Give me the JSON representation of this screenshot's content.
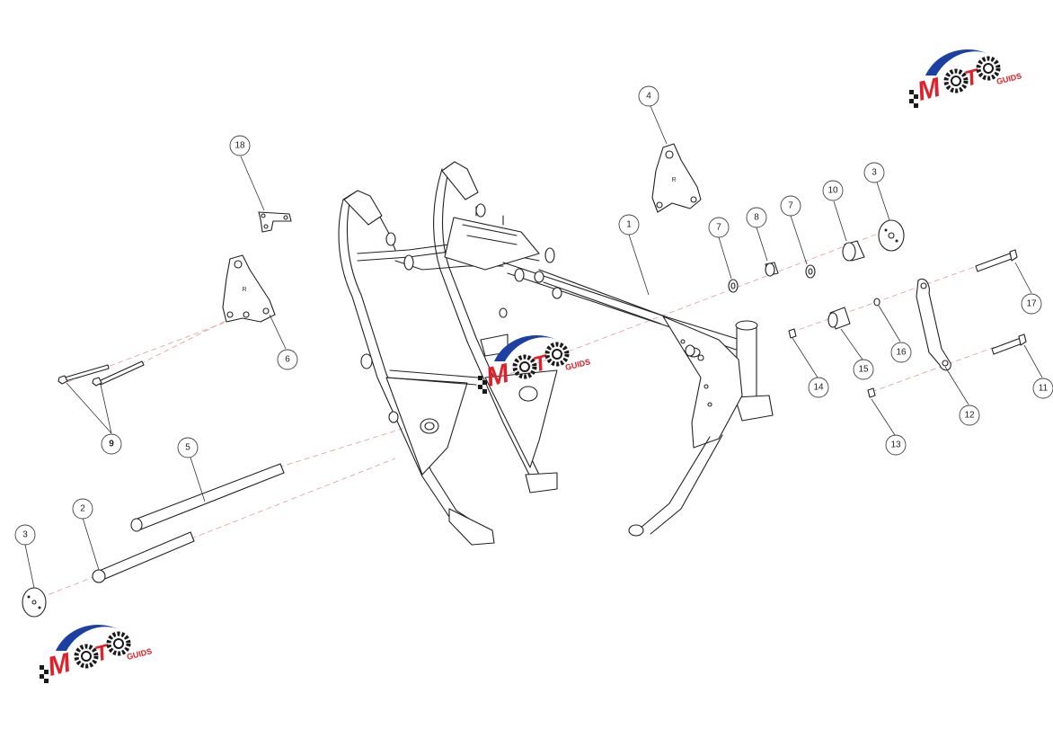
{
  "diagram": {
    "callouts": {
      "c1": "1",
      "c2": "2",
      "c3a": "3",
      "c3b": "3",
      "c4": "4",
      "c5": "5",
      "c6": "6",
      "c7a": "7",
      "c7b": "7",
      "c8": "8",
      "c9": "9",
      "c10": "10",
      "c11": "11",
      "c12": "12",
      "c13": "13",
      "c14": "14",
      "c15": "15",
      "c16": "16",
      "c17": "17",
      "c18": "18"
    },
    "stamps": {
      "bracket_r1": "R",
      "bracket_r2": "R"
    },
    "watermark": {
      "text": "MOTO",
      "sub": "GUIDS",
      "colors": {
        "swoosh": "#1b3fa3",
        "text": "#e0202a",
        "gear": "#1a1a1a"
      }
    },
    "colors": {
      "line": "#222222",
      "axis_dash": "#e6a3a3"
    }
  }
}
